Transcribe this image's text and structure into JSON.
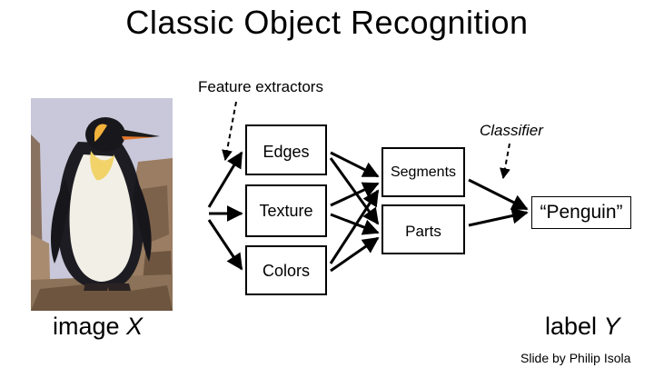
{
  "title": "Classic Object Recognition",
  "feature_extractors_label": "Feature extractors",
  "classifier_label": "Classifier",
  "features": [
    "Edges",
    "Texture",
    "Colors"
  ],
  "mid_level": [
    "Segments",
    "Parts"
  ],
  "output": "“Penguin”",
  "input_caption": {
    "text": "image ",
    "var": "X"
  },
  "output_caption": {
    "text": "label ",
    "var": "Y"
  },
  "credit": "Slide by Philip Isola",
  "photo_subject": "penguin-photo"
}
